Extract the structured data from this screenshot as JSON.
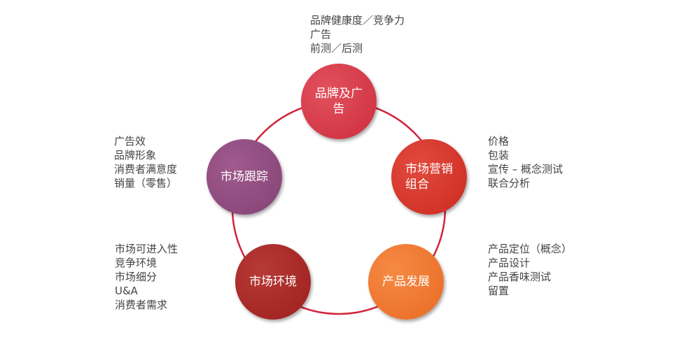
{
  "colors": {
    "ring": "#d0243a"
  },
  "nodes": {
    "brand": "品牌及广告",
    "marketing": "市场营销\n组合",
    "product": "产品发展",
    "environment": "市场环境",
    "tracking": "市场跟踪"
  },
  "notes": {
    "brand": [
      "品牌健康度／竞争力",
      "广告",
      "前测／后测"
    ],
    "marketing": [
      "价格",
      "包装",
      "宣传 – 概念测试",
      "联合分析"
    ],
    "product": [
      "产品定位（概念）",
      "产品设计",
      "产品香味测试",
      "留置"
    ],
    "environment": [
      "市场可进入性",
      "竞争环境",
      "市场细分",
      "U&A",
      "消费者需求"
    ],
    "tracking": [
      "广告效",
      "品牌形象",
      "消费者满意度",
      "销量（零售）"
    ]
  }
}
